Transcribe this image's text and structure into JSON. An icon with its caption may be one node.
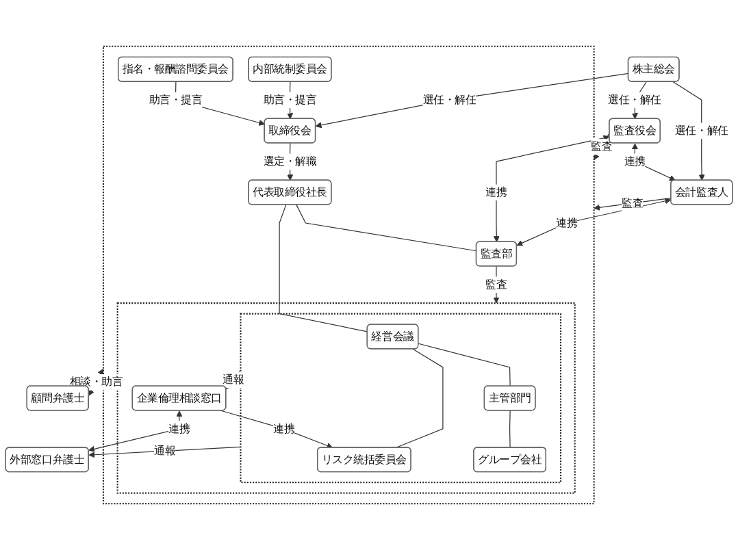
{
  "diagram": {
    "nodes": [
      {
        "text": [
          "株主総会"
        ]
      },
      {
        "text": [
          "監査役会"
        ]
      },
      {
        "text": [],
        "shape": "box"
      },
      {
        "text": [
          "取締役会"
        ],
        "in": 2
      },
      {
        "text": [
          "指名・報酬諮問委員会"
        ],
        "in": 2
      },
      {
        "text": [
          "代表取締役社長"
        ],
        "in": 2
      },
      {
        "text": [
          "内部統制委員会"
        ],
        "in": 2
      },
      {
        "text": [
          "顧問弁護士"
        ]
      },
      {
        "text": [
          "会計監査人"
        ]
      },
      {
        "text": [
          "監査部"
        ],
        "in": 2
      },
      {
        "text": [],
        "shape": "box",
        "in": 2
      },
      {
        "text": [],
        "shape": "box",
        "in": 10
      },
      {
        "text": [
          "経営会議"
        ],
        "in": 11
      },
      {
        "text": [
          "リスク統括委員会"
        ],
        "in": 11
      },
      {
        "text": [
          "主管部門"
        ],
        "in": 11
      },
      {
        "text": [
          "グループ会社"
        ],
        "in": 11
      },
      {
        "text": [
          "企業倫理相談窓口"
        ],
        "in": 10
      },
      {
        "text": [
          "外部窓口弁護士"
        ]
      }
    ],
    "edges": [
      {
        "from": 0,
        "to": 8,
        "arrow": "to",
        "label": "選任・解任"
      },
      {
        "from": 0,
        "to": 1,
        "arrow": "to",
        "label": "選任・解任"
      },
      {
        "from": 0,
        "to": 3,
        "arrow": "to",
        "label": "選任・解任"
      },
      {
        "from": 1,
        "to": 2,
        "arrow": "to",
        "label": "監査"
      },
      {
        "from": 4,
        "to": 3,
        "arrow": "to",
        "label": "助言・提言"
      },
      {
        "from": 3,
        "to": 5,
        "arrow": "to",
        "label": "選定・解職"
      },
      {
        "from": 6,
        "to": 3,
        "arrow": "to",
        "label": "助言・提言"
      },
      {
        "from": 1,
        "to": 8,
        "arrow": "both",
        "label": "連携"
      },
      {
        "from": 1,
        "to": 9,
        "arrow": "both",
        "label": "連携"
      },
      {
        "from": 2,
        "to": 7,
        "arrow": "both",
        "label": "相談・助言"
      },
      {
        "from": 5,
        "to": 9,
        "arrow": "none"
      },
      {
        "from": 5,
        "to": 12,
        "arrow": "none"
      },
      {
        "from": 8,
        "to": 2,
        "arrow": "to",
        "label": "監査"
      },
      {
        "from": 8,
        "to": 9,
        "arrow": "both",
        "label": "連携"
      },
      {
        "from": 9,
        "to": 10,
        "arrow": "to",
        "label": "監査"
      },
      {
        "from": 12,
        "to": 14,
        "arrow": "none"
      },
      {
        "from": 12,
        "to": 13,
        "arrow": "none"
      },
      {
        "from": 16,
        "to": 13,
        "arrow": "to",
        "label": "連携"
      },
      {
        "from": 11,
        "to": 16,
        "arrow": "to",
        "label": "通報"
      },
      {
        "from": 16,
        "to": 17,
        "arrow": "both",
        "label": "連携"
      },
      {
        "from": 11,
        "to": 17,
        "arrow": "to",
        "label": "通報"
      },
      {
        "from": 14,
        "to": 15,
        "arrow": "none"
      }
    ]
  }
}
